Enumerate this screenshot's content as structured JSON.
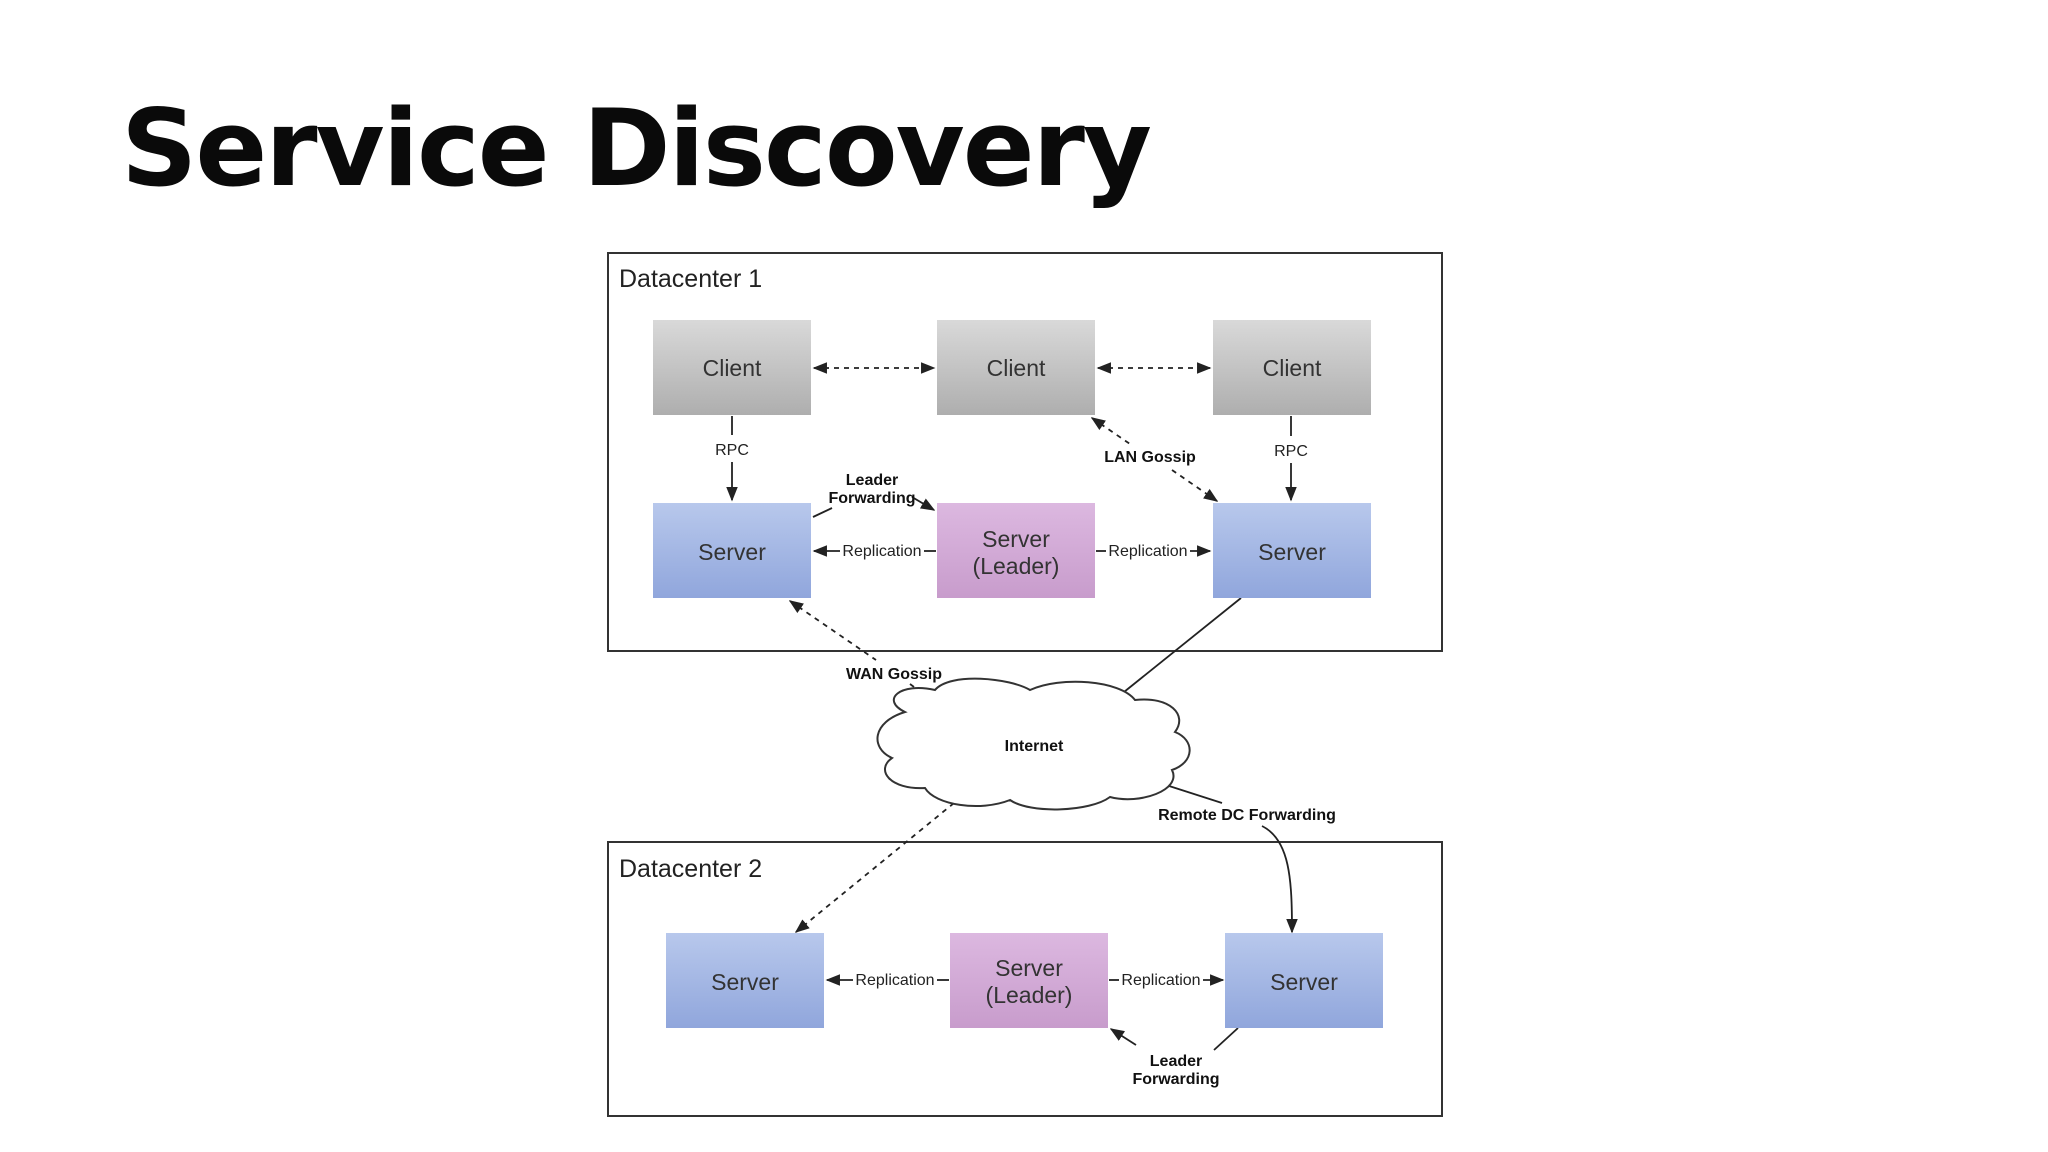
{
  "slide": {
    "title": "Service Discovery"
  },
  "colors": {
    "client": "#c3c3c3",
    "server": "#a4b5e0",
    "leader": "#d2a9d6",
    "frame": "#333333"
  },
  "datacenter1": {
    "label": "Datacenter 1",
    "clients": [
      "Client",
      "Client",
      "Client"
    ],
    "servers": {
      "left": "Server",
      "leader_line1": "Server",
      "leader_line2": "(Leader)",
      "right": "Server"
    }
  },
  "datacenter2": {
    "label": "Datacenter 2",
    "servers": {
      "left": "Server",
      "leader_line1": "Server",
      "leader_line2": "(Leader)",
      "right": "Server"
    }
  },
  "cloud": {
    "label": "Internet"
  },
  "edges": {
    "rpc_left": "RPC",
    "rpc_right": "RPC",
    "lan_gossip": "LAN Gossip",
    "leader_forwarding_dc1_line1": "Leader",
    "leader_forwarding_dc1_line2": "Forwarding",
    "replication_dc1_left": "Replication",
    "replication_dc1_right": "Replication",
    "wan_gossip": "WAN Gossip",
    "remote_dc_forwarding": "Remote DC Forwarding",
    "replication_dc2_left": "Replication",
    "replication_dc2_right": "Replication",
    "leader_forwarding_dc2_line1": "Leader",
    "leader_forwarding_dc2_line2": "Forwarding"
  }
}
